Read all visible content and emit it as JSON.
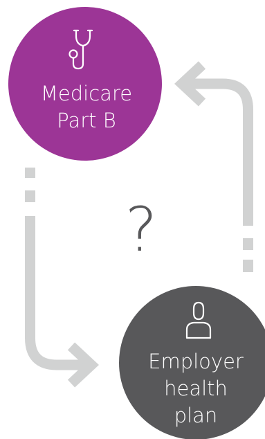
{
  "colors": {
    "medicare": "#9c3596",
    "employer": "#58585a",
    "arrow": "#d1d2d2",
    "question": "#58585a",
    "label": "#ffffff"
  },
  "nodes": {
    "medicare": {
      "icon": "stethoscope-icon",
      "label_line1": "Medicare",
      "label_line2": "Part B"
    },
    "employer": {
      "icon": "person-icon",
      "label_line1": "Employer",
      "label_line2": "health",
      "label_line3": "plan"
    }
  },
  "center": {
    "question_mark": "?"
  }
}
